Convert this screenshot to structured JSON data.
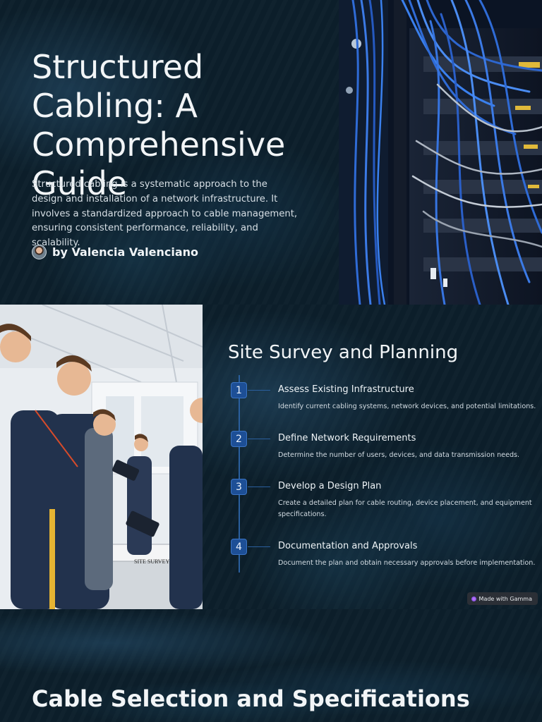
{
  "title_slide": {
    "title": "Structured Cabling: A Comprehensive Guide",
    "description": "Structured cabling is a systematic approach to the design and installation of a network infrastructure. It involves a standardized approach to cable management, ensuring consistent performance, reliability, and scalability.",
    "author": "by Valencia Valenciano",
    "image_alt": "server rack with blue network cables"
  },
  "survey_slide": {
    "heading": "Site Survey and Planning",
    "image_alt": "technicians conducting a site survey",
    "clipboard_label": "SITE SURVEY!",
    "steps": [
      {
        "number": "1",
        "title": "Assess Existing Infrastructure",
        "desc": "Identify current cabling systems, network devices, and potential limitations."
      },
      {
        "number": "2",
        "title": "Define Network Requirements",
        "desc": "Determine the number of users, devices, and data transmission needs."
      },
      {
        "number": "3",
        "title": "Develop a Design Plan",
        "desc": "Create a detailed plan for cable routing, device placement, and equipment specifications."
      },
      {
        "number": "4",
        "title": "Documentation and Approvals",
        "desc": "Document the plan and obtain necessary approvals before implementation."
      }
    ],
    "badge": "Made with Gamma"
  },
  "cable_slide": {
    "heading": "Cable Selection and Specifications"
  },
  "colors": {
    "background": "#0c1f2b",
    "accent": "#1d4f96",
    "text": "#f2f5f7"
  }
}
